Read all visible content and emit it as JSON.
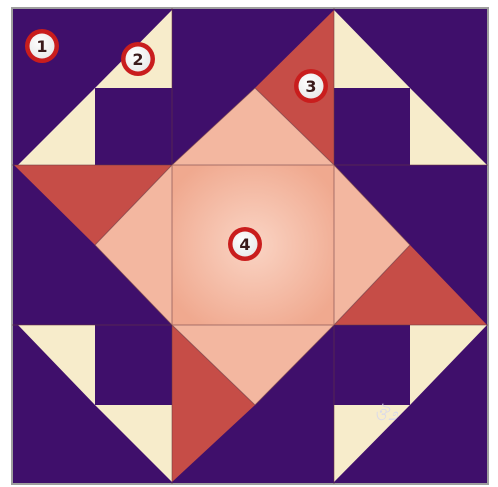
{
  "colors": {
    "background": "#ffffff",
    "frame": "#9e9e9e",
    "purple": "#3f0f6b",
    "purple_light": "#4d1880",
    "cream": "#f7eccb",
    "salmon_light": "#f3b7a0",
    "salmon_center": "#f7c4af",
    "rust": "#c64d47",
    "seam": "#6a3a40",
    "badge_fill": "#ffffff",
    "badge_ring": "#c91d1d",
    "badge_text": "#3a1a1a",
    "signature": "#d9d9ea"
  },
  "pieces": [
    {
      "id": "piece-1-label",
      "label": "1",
      "icon": "circled-number-badge"
    },
    {
      "id": "piece-2-label",
      "label": "2",
      "icon": "circled-number-badge"
    },
    {
      "id": "piece-3-label",
      "label": "3",
      "icon": "circled-number-badge"
    },
    {
      "id": "piece-4-label",
      "label": "4",
      "icon": "circled-number-badge"
    }
  ],
  "signature": "ঔ೨"
}
